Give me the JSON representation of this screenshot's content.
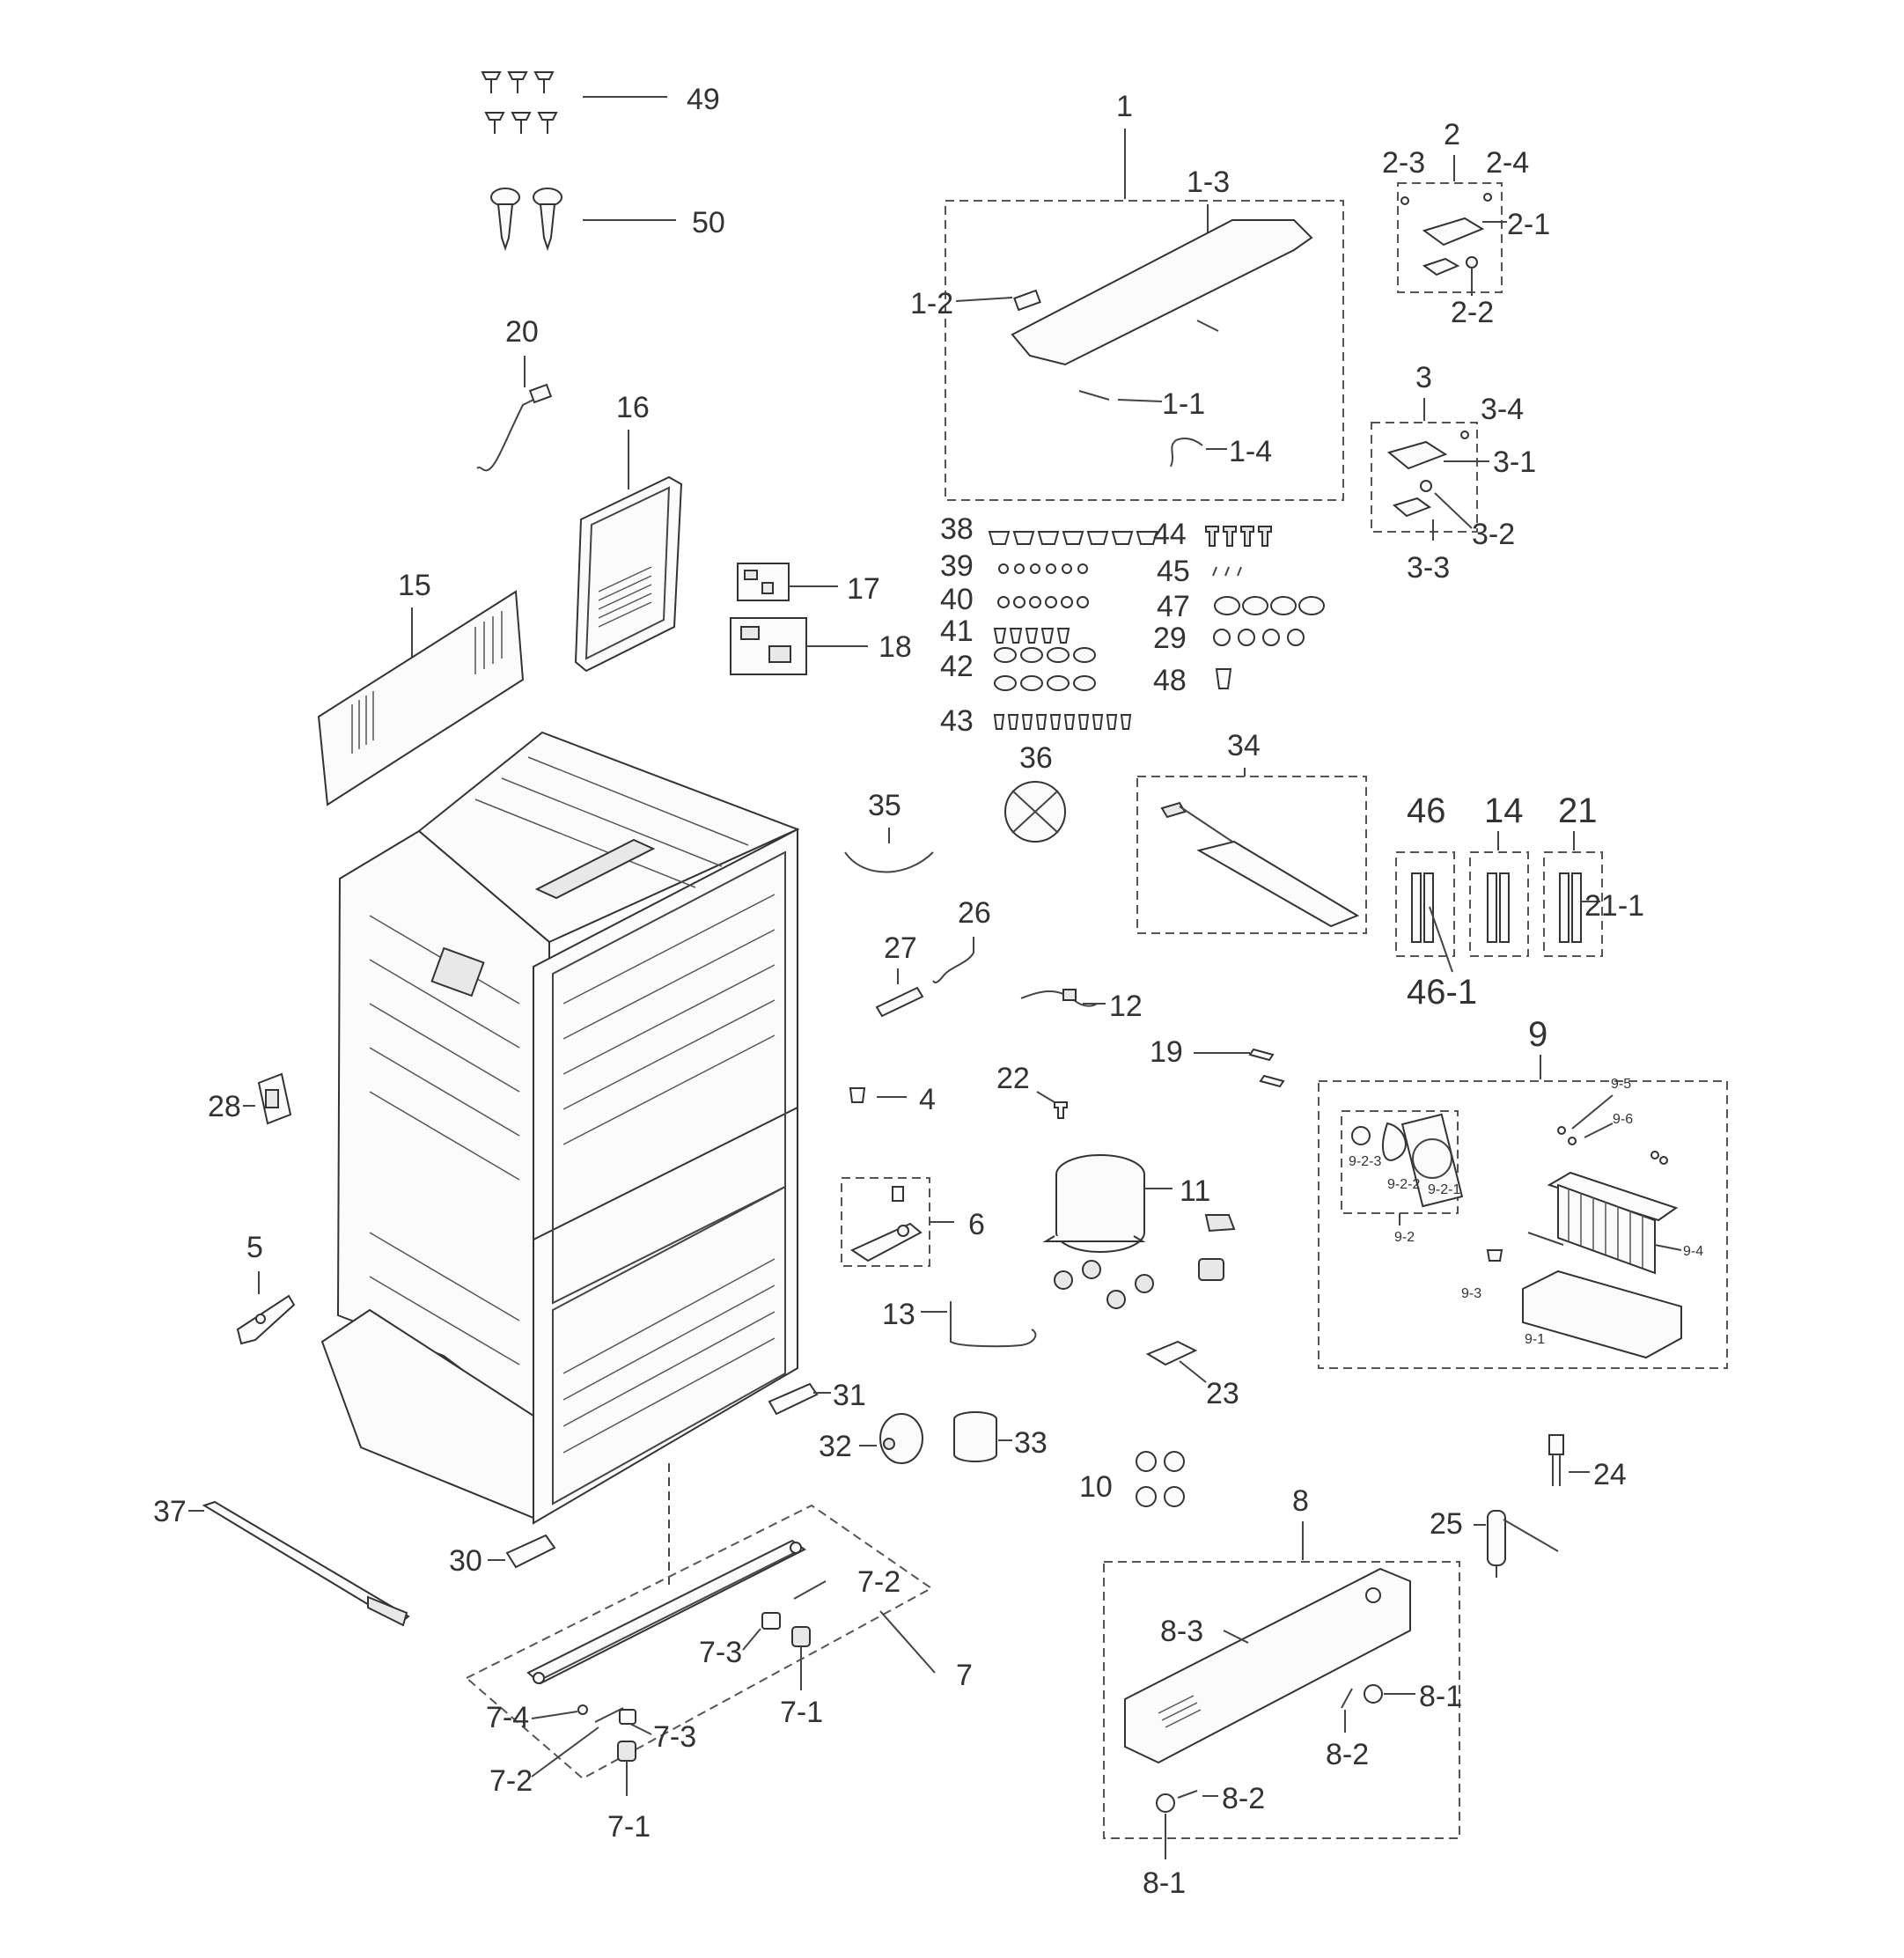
{
  "labels": {
    "p1": "1",
    "p1_1": "1-1",
    "p1_2": "1-2",
    "p1_3": "1-3",
    "p1_4": "1-4",
    "p2": "2",
    "p2_1": "2-1",
    "p2_2": "2-2",
    "p2_3": "2-3",
    "p2_4": "2-4",
    "p3": "3",
    "p3_1": "3-1",
    "p3_2": "3-2",
    "p3_3": "3-3",
    "p3_4": "3-4",
    "p4": "4",
    "p5": "5",
    "p6": "6",
    "p7": "7",
    "p7_1a": "7-1",
    "p7_1b": "7-1",
    "p7_2a": "7-2",
    "p7_2b": "7-2",
    "p7_3a": "7-3",
    "p7_3b": "7-3",
    "p7_4": "7-4",
    "p8": "8",
    "p8_1a": "8-1",
    "p8_1b": "8-1",
    "p8_2a": "8-2",
    "p8_2b": "8-2",
    "p8_3": "8-3",
    "p9": "9",
    "p9_1": "9-1",
    "p9_2": "9-2",
    "p9_2_1": "9-2-1",
    "p9_2_2": "9-2-2",
    "p9_2_3": "9-2-3",
    "p9_3": "9-3",
    "p9_4": "9-4",
    "p9_5": "9-5",
    "p9_6": "9-6",
    "p10": "10",
    "p11": "11",
    "p12": "12",
    "p13": "13",
    "p14": "14",
    "p15": "15",
    "p16": "16",
    "p17": "17",
    "p18": "18",
    "p19": "19",
    "p20": "20",
    "p21": "21",
    "p21_1": "21-1",
    "p22": "22",
    "p23": "23",
    "p24": "24",
    "p25": "25",
    "p26": "26",
    "p27": "27",
    "p28": "28",
    "p29": "29",
    "p30": "30",
    "p31": "31",
    "p32": "32",
    "p33": "33",
    "p34": "34",
    "p35": "35",
    "p36": "36",
    "p37": "37",
    "p38": "38",
    "p39": "39",
    "p40": "40",
    "p41": "41",
    "p42": "42",
    "p43": "43",
    "p44": "44",
    "p45": "45",
    "p46": "46",
    "p46_1": "46-1",
    "p47": "47",
    "p48": "48",
    "p49": "49",
    "p50": "50"
  }
}
